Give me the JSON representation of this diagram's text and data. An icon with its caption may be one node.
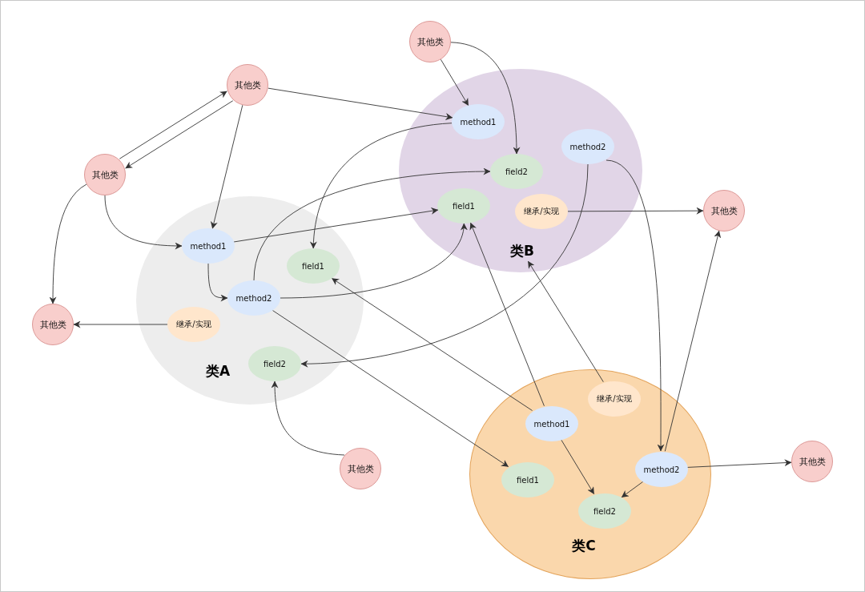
{
  "diagram": {
    "nodes": [
      {
        "text": [
          "其他类"
        ]
      },
      {
        "text": [
          "其他类"
        ]
      },
      {
        "text": [
          "其他类"
        ]
      },
      {
        "text": [
          "类B"
        ]
      },
      {
        "text": [
          "method1"
        ],
        "in": 3
      },
      {
        "text": [
          "method2"
        ],
        "in": 3
      },
      {
        "text": [
          "field2"
        ],
        "in": 3
      },
      {
        "text": [
          "field1"
        ],
        "in": 3
      },
      {
        "text": [
          "继承/实现"
        ],
        "in": 3
      },
      {
        "text": [
          "其他类"
        ]
      },
      {
        "text": [
          "类A"
        ]
      },
      {
        "text": [
          "method1"
        ],
        "in": 10
      },
      {
        "text": [
          "field1"
        ],
        "in": 10
      },
      {
        "text": [
          "method2"
        ],
        "in": 10
      },
      {
        "text": [
          "继承/实现"
        ],
        "in": 10
      },
      {
        "text": [
          "field2"
        ],
        "in": 10
      },
      {
        "text": [
          "其他类"
        ]
      },
      {
        "text": [
          "其他类"
        ]
      },
      {
        "text": [
          "类C"
        ]
      },
      {
        "text": [
          "继承/实现"
        ],
        "in": 18
      },
      {
        "text": [
          "method1"
        ],
        "in": 18
      },
      {
        "text": [
          "method2"
        ],
        "in": 18
      },
      {
        "text": [
          "field1"
        ],
        "in": 18
      },
      {
        "text": [
          "field2"
        ],
        "in": 18
      },
      {
        "text": [
          "其他类"
        ]
      }
    ],
    "edges": [
      {
        "from": 0,
        "to": 4,
        "arrow": "to"
      },
      {
        "from": 0,
        "to": 6,
        "arrow": "to"
      },
      {
        "from": 1,
        "to": 4,
        "arrow": "to"
      },
      {
        "from": 2,
        "to": 1,
        "arrow": "to"
      },
      {
        "from": 1,
        "to": 2,
        "arrow": "to"
      },
      {
        "from": 1,
        "to": 11,
        "arrow": "to"
      },
      {
        "from": 2,
        "to": 16,
        "arrow": "to"
      },
      {
        "from": 2,
        "to": 11,
        "arrow": "to"
      },
      {
        "from": 4,
        "to": 12,
        "arrow": "to"
      },
      {
        "from": 11,
        "to": 7,
        "arrow": "to"
      },
      {
        "from": 11,
        "to": 13,
        "arrow": "to"
      },
      {
        "from": 13,
        "to": 6,
        "arrow": "to"
      },
      {
        "from": 13,
        "to": 7,
        "arrow": "to"
      },
      {
        "from": 13,
        "to": 22,
        "arrow": "to"
      },
      {
        "from": 14,
        "to": 16,
        "arrow": "to"
      },
      {
        "from": 5,
        "to": 15,
        "arrow": "to"
      },
      {
        "from": 5,
        "to": 21,
        "arrow": "to"
      },
      {
        "from": 8,
        "to": 9,
        "arrow": "to"
      },
      {
        "from": 17,
        "to": 15,
        "arrow": "to"
      },
      {
        "from": 20,
        "to": 12,
        "arrow": "to"
      },
      {
        "from": 20,
        "to": 7,
        "arrow": "to"
      },
      {
        "from": 20,
        "to": 23,
        "arrow": "to"
      },
      {
        "from": 19,
        "to": 3,
        "arrow": "to"
      },
      {
        "from": 21,
        "to": 9,
        "arrow": "to"
      },
      {
        "from": 21,
        "to": 23,
        "arrow": "to"
      },
      {
        "from": 21,
        "to": 24,
        "arrow": "to"
      }
    ]
  }
}
